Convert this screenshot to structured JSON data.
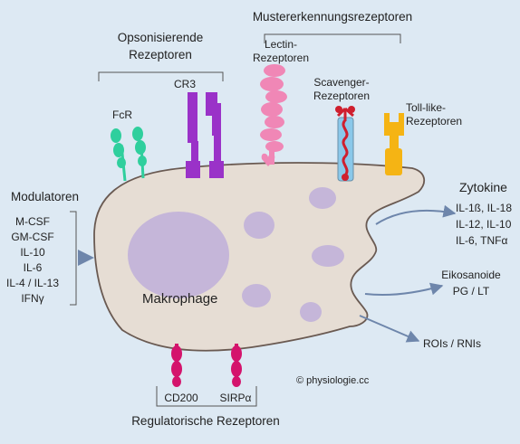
{
  "labels": {
    "mustererkennung": "Mustererkennungsrezeptoren",
    "opsonisierend_1": "Opsonisierende",
    "opsonisierend_2": "Rezeptoren",
    "fcr": "FcR",
    "cr3": "CR3",
    "lectin_1": "Lectin-",
    "lectin_2": "Rezeptoren",
    "scavenger_1": "Scavenger-",
    "scavenger_2": "Rezeptoren",
    "tolllike_1": "Toll-like-",
    "tolllike_2": "Rezeptoren",
    "modulatoren": "Modulatoren",
    "cell_name": "Makrophage",
    "zytokine": "Zytokine",
    "eikosanoide": "Eikosanoide",
    "pg_lt": "PG / LT",
    "rois": "ROIs / RNIs",
    "copyright": "© physiologie.cc",
    "cd200": "CD200",
    "sirpa": "SIRPα",
    "regulatorische": "Regulatorische Rezeptoren"
  },
  "modulator_list": [
    "M-CSF",
    "GM-CSF",
    "IL-10",
    "IL-6",
    "IL-4 / IL-13",
    "IFNγ"
  ],
  "zytokine_list": [
    "IL-1ß, IL-18",
    "IL-12, IL-10",
    "IL-6, TNFα"
  ],
  "colors": {
    "background": "#dde9f3",
    "cell_fill": "#e6ddd4",
    "cell_stroke": "#6a5a52",
    "nucleus": "#c5b6d9",
    "arrow": "#6e86ab",
    "fcr": "#2fcf9d",
    "cr3": "#9a32c8",
    "lectin": "#f087b6",
    "scavenger_tube": "#8ac8ea",
    "scavenger_helix": "#cf1f2e",
    "tolllike": "#f5b414",
    "regulatory": "#d4136c"
  }
}
